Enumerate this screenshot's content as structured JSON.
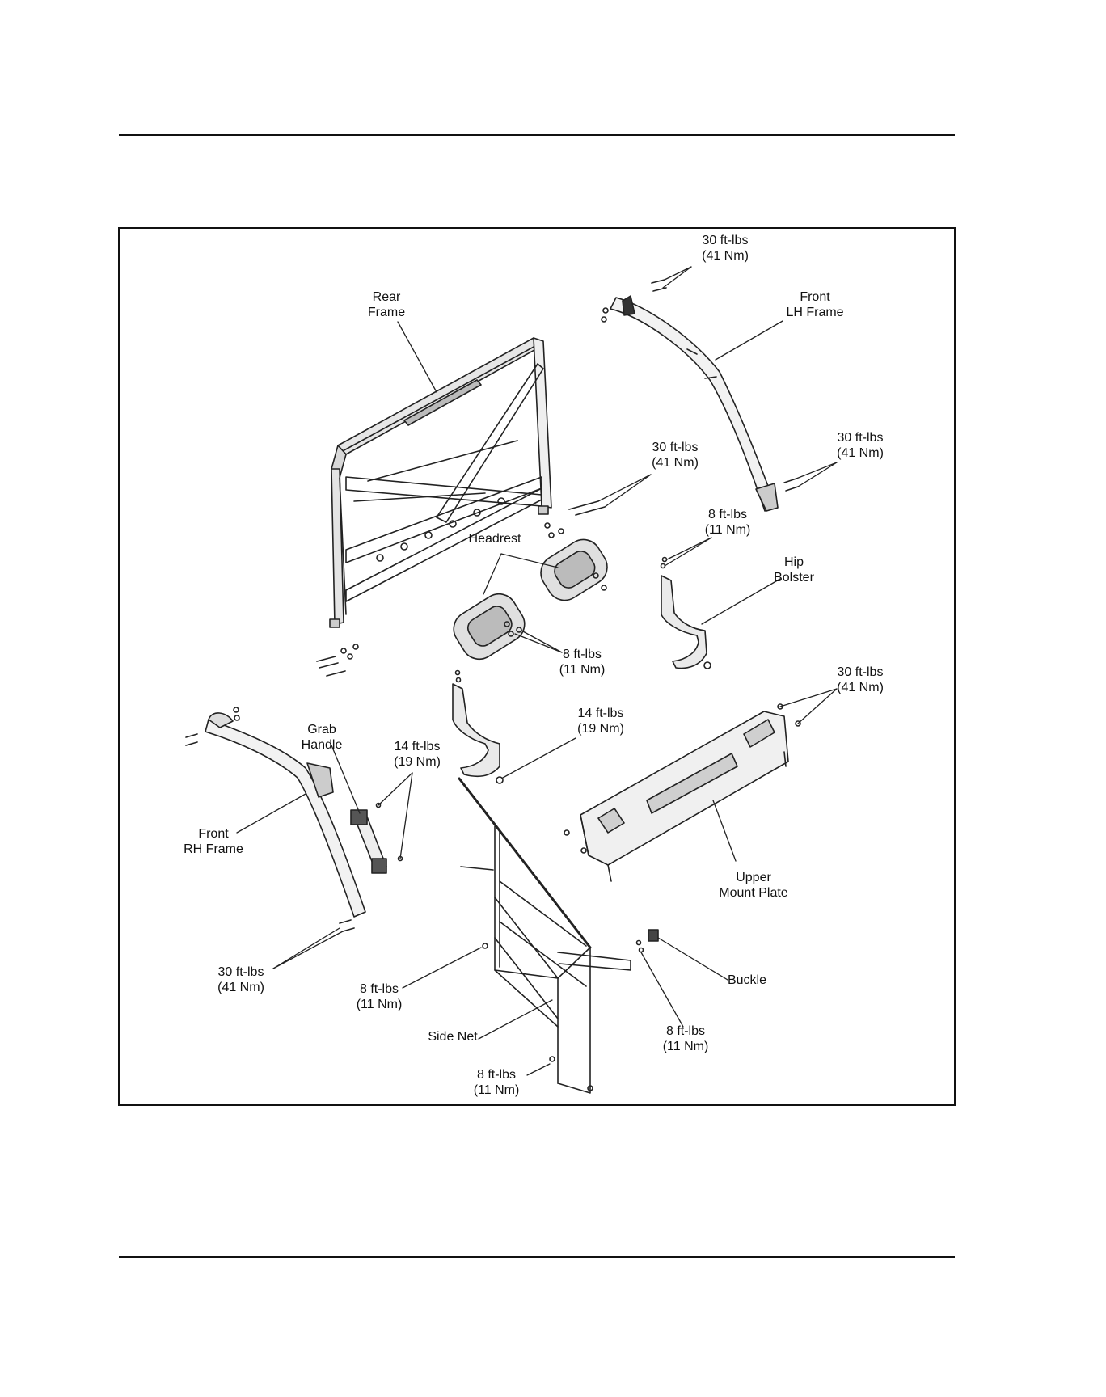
{
  "callouts": {
    "rear_frame": [
      "Rear",
      "Frame"
    ],
    "front_lh_frame": [
      "Front",
      "LH Frame"
    ],
    "front_rh_frame": [
      "Front",
      "RH Frame"
    ],
    "headrest": [
      "Headrest"
    ],
    "hip_bolster": [
      "Hip",
      "Bolster"
    ],
    "grab_handle": [
      "Grab",
      "Handle"
    ],
    "upper_mount_plate": [
      "Upper",
      "Mount Plate"
    ],
    "side_net": [
      "Side Net"
    ],
    "buckle": [
      "Buckle"
    ],
    "torque_lh_top": [
      "30 ft-lbs",
      "(41 Nm)"
    ],
    "torque_lh_bottom": [
      "30 ft-lbs",
      "(41 Nm)"
    ],
    "torque_rear_bolts": [
      "30 ft-lbs",
      "(41 Nm)"
    ],
    "torque_hip_top": [
      "8 ft-lbs",
      "(11 Nm)"
    ],
    "torque_headrest": [
      "8 ft-lbs",
      "(11 Nm)"
    ],
    "torque_plate": [
      "30 ft-lbs",
      "(41 Nm)"
    ],
    "torque_lower_bolster": [
      "14 ft-lbs",
      "(19 Nm)"
    ],
    "torque_grab": [
      "14 ft-lbs",
      "(19 Nm)"
    ],
    "torque_rh_bottom": [
      "30 ft-lbs",
      "(41 Nm)"
    ],
    "torque_net_left": [
      "8 ft-lbs",
      "(11 Nm)"
    ],
    "torque_buckle": [
      "8 ft-lbs",
      "(11 Nm)"
    ],
    "torque_net_bottom": [
      "8 ft-lbs",
      "(11 Nm)"
    ]
  }
}
